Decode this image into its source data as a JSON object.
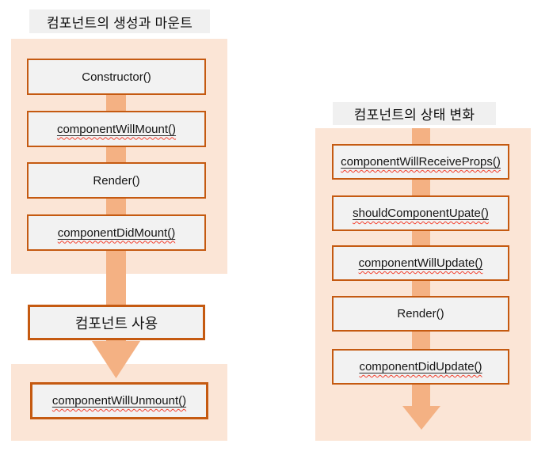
{
  "colors": {
    "panel_bg": "#FBE5D6",
    "arrow": "#F4B183",
    "box_border": "#C55A11",
    "box_bg": "#F2F2F2",
    "title_bg": "#F0F0F0",
    "text": "#141414",
    "spellcheck_squiggle": "#F4402E"
  },
  "left": {
    "title": "컴포넌트의 생성과 마운트",
    "boxes": [
      {
        "label": "Constructor()"
      },
      {
        "label": "componentWillMount()"
      },
      {
        "label": "Render()"
      },
      {
        "label": "componentDidMount()"
      }
    ],
    "use_box": {
      "label": "컴포넌트 사용"
    },
    "unmount_box": {
      "label": "componentWillUnmount()"
    }
  },
  "right": {
    "title": "컴포넌트의 상태 변화",
    "boxes": [
      {
        "label": "componentWillReceiveProps()"
      },
      {
        "label": "shouldComponentUpate()"
      },
      {
        "label": "componentWillUpdate()"
      },
      {
        "label": "Render()"
      },
      {
        "label": "componentDidUpdate()"
      }
    ]
  }
}
